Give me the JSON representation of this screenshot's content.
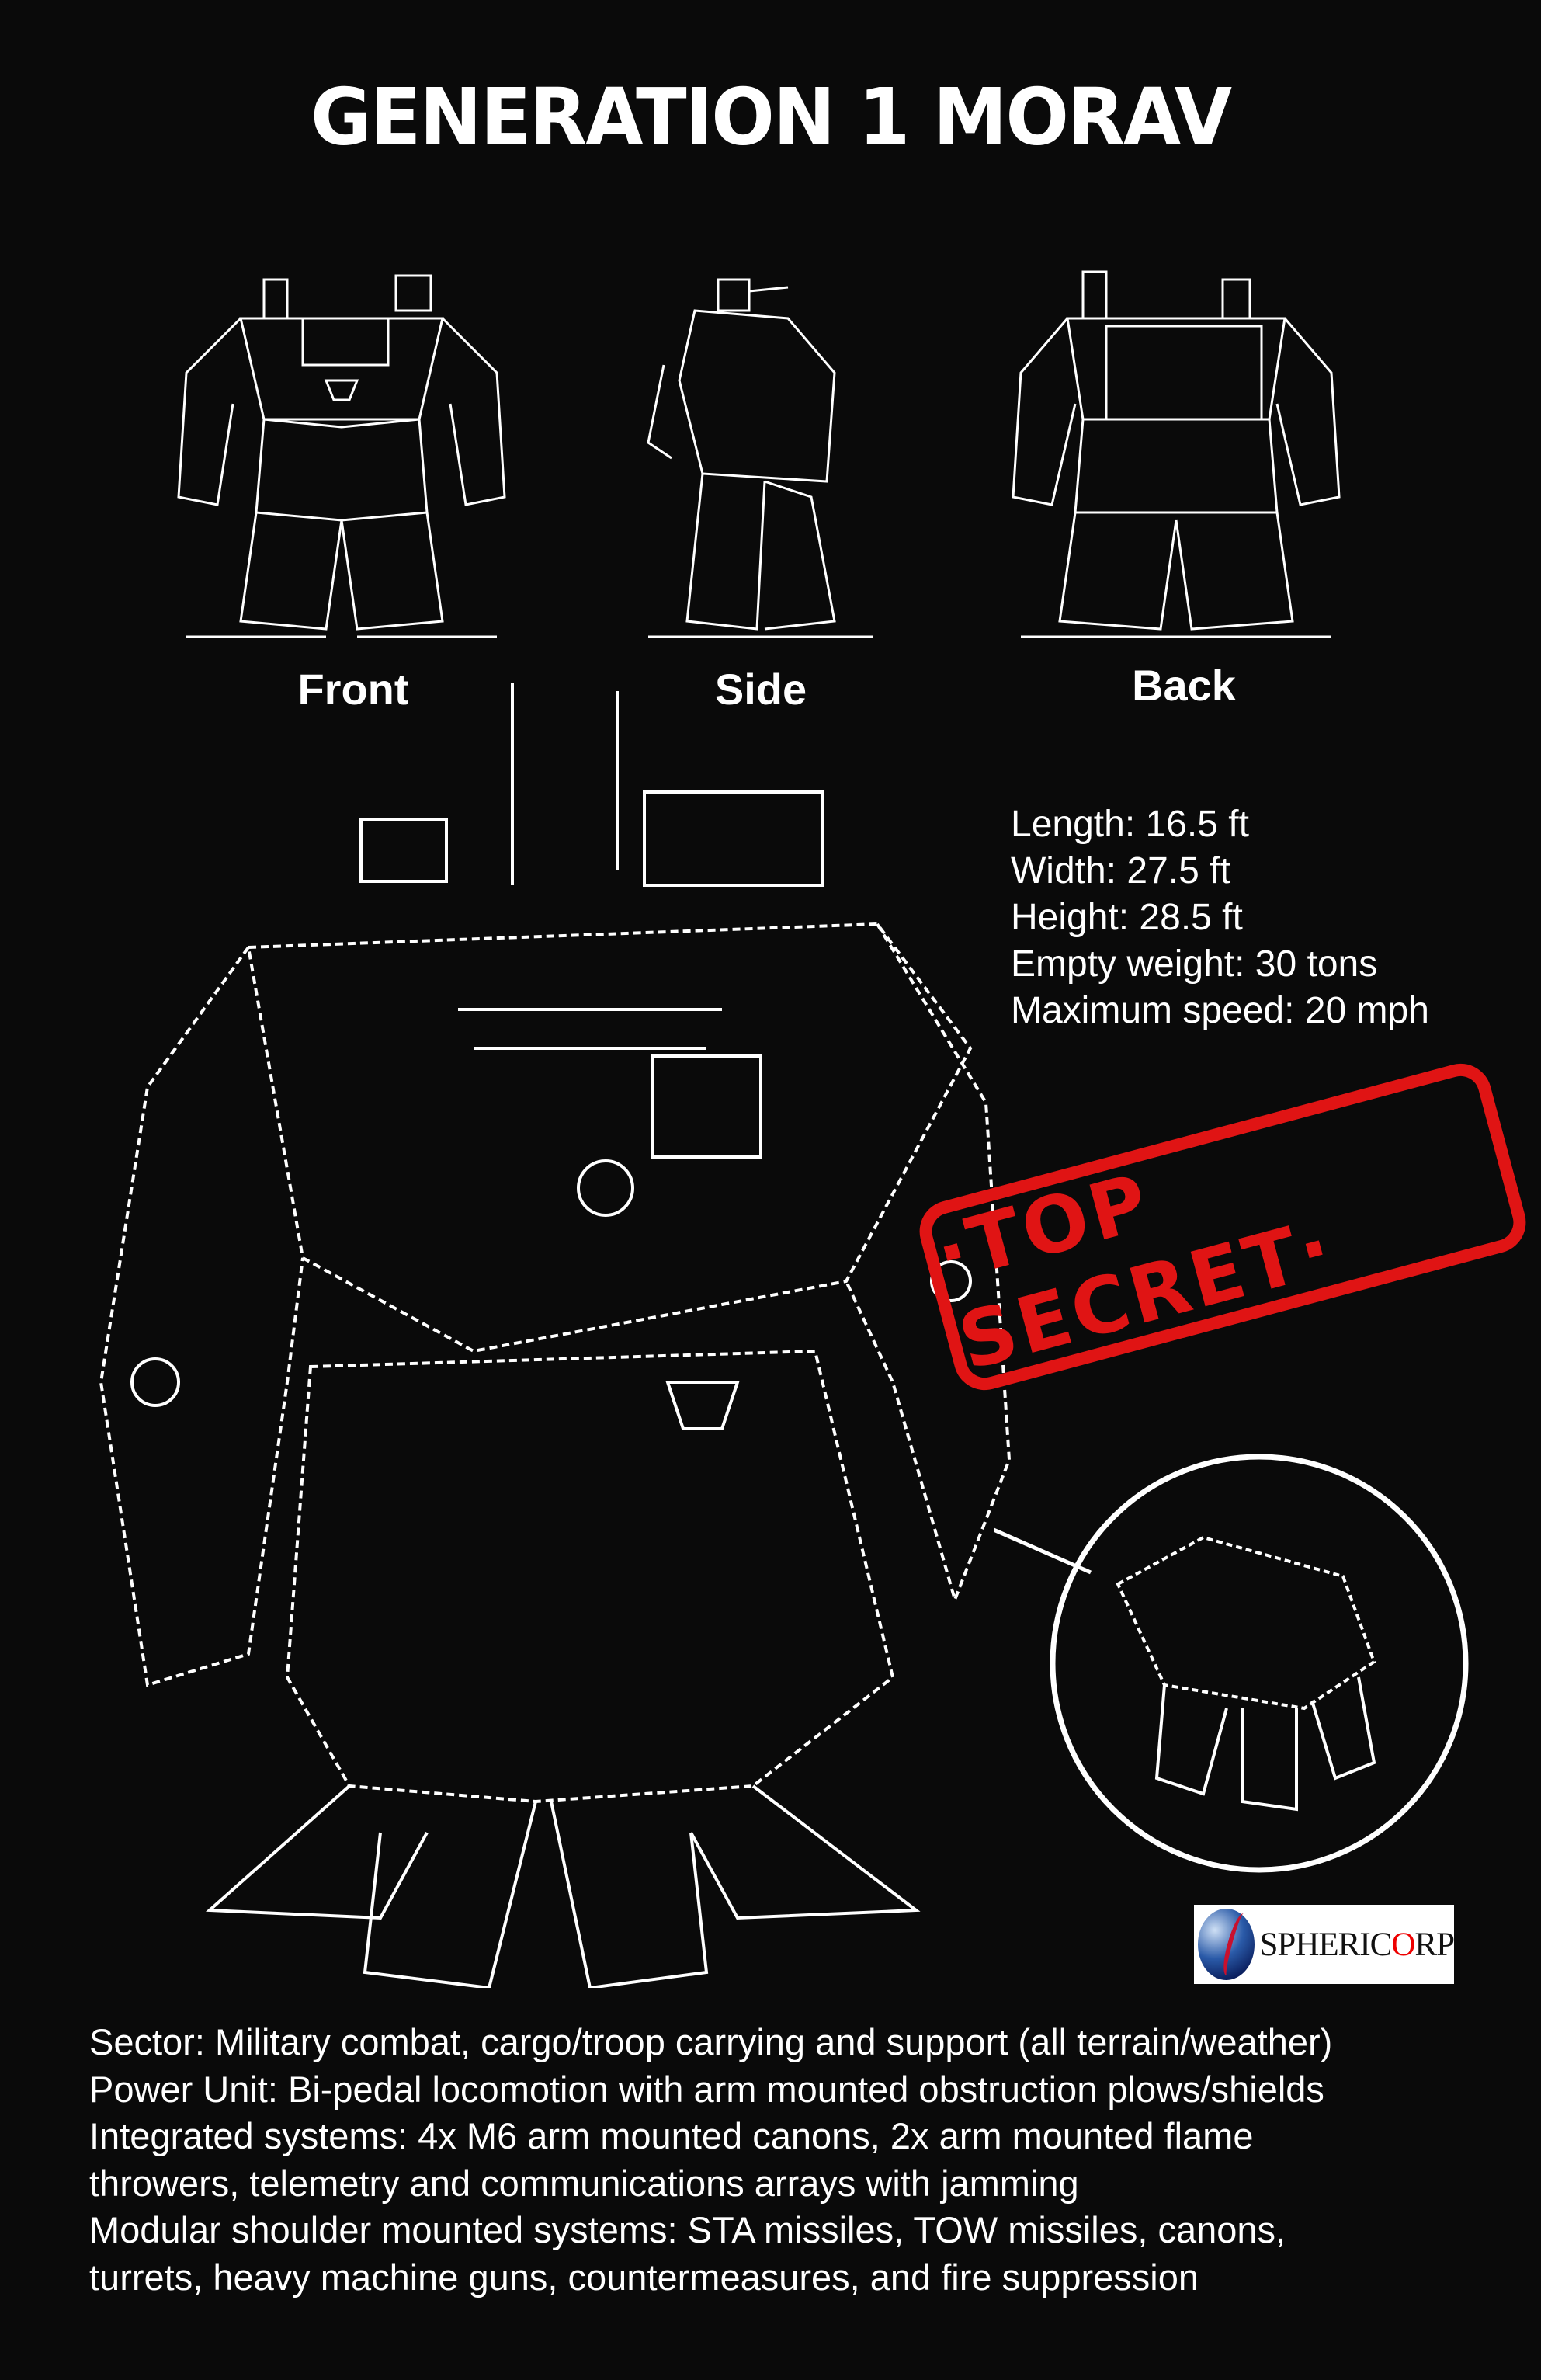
{
  "title": "GENERATION 1 MORAV",
  "views": {
    "front": "Front",
    "side": "Side",
    "back": "Back"
  },
  "specs": [
    "Length:  16.5 ft",
    "Width:  27.5 ft",
    "Height:  28.5 ft",
    "Empty weight: 30 tons",
    "Maximum speed:  20 mph"
  ],
  "stamp": "·TOP SECRET·",
  "logo": {
    "text_main": "SPHERIC",
    "text_accent": "O",
    "text_end": "RP",
    "full": "SPHERICORP"
  },
  "description": [
    "Sector:  Military combat, cargo/troop carrying and support (all terrain/weather)",
    "Power Unit:  Bi-pedal locomotion with arm mounted obstruction plows/shields",
    "Integrated systems:  4x  M6 arm mounted canons, 2x arm mounted flame",
    "throwers,  telemetry and communications arrays with jamming",
    "Modular shoulder mounted systems:  STA missiles, TOW missiles, canons,",
    "turrets, heavy machine guns, countermeasures, and fire suppression"
  ],
  "colors": {
    "background": "#0a0a0a",
    "stamp": "#e01414",
    "line": "#ffffff"
  }
}
